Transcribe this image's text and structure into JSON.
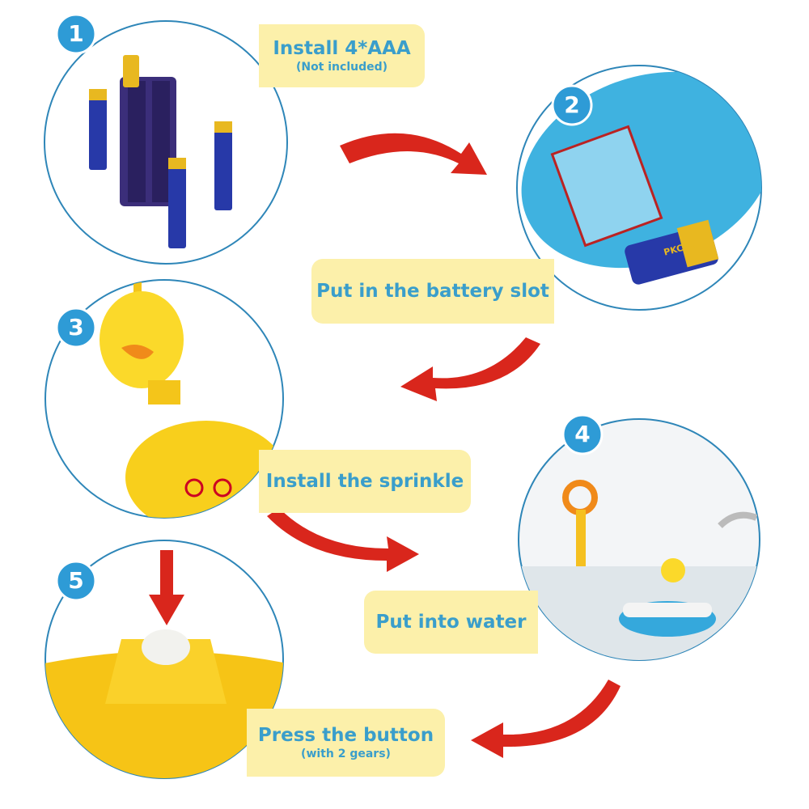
{
  "steps": [
    {
      "number": "1",
      "title": "Install 4*AAA",
      "note": "(Not included)"
    },
    {
      "number": "2",
      "title": "Put in the battery slot"
    },
    {
      "number": "3",
      "title": "Install the sprinkle"
    },
    {
      "number": "4",
      "title": "Put into water"
    },
    {
      "number": "5",
      "title": "Press the button",
      "note": "(with 2 gears)"
    }
  ],
  "battery_brand": "PKCELL",
  "colors": {
    "banner": "#fcf0aa",
    "text": "#3a9ecb",
    "badge": "#2e9bd6",
    "arrow": "#d9261c",
    "circle_border": "#2e86b8"
  }
}
